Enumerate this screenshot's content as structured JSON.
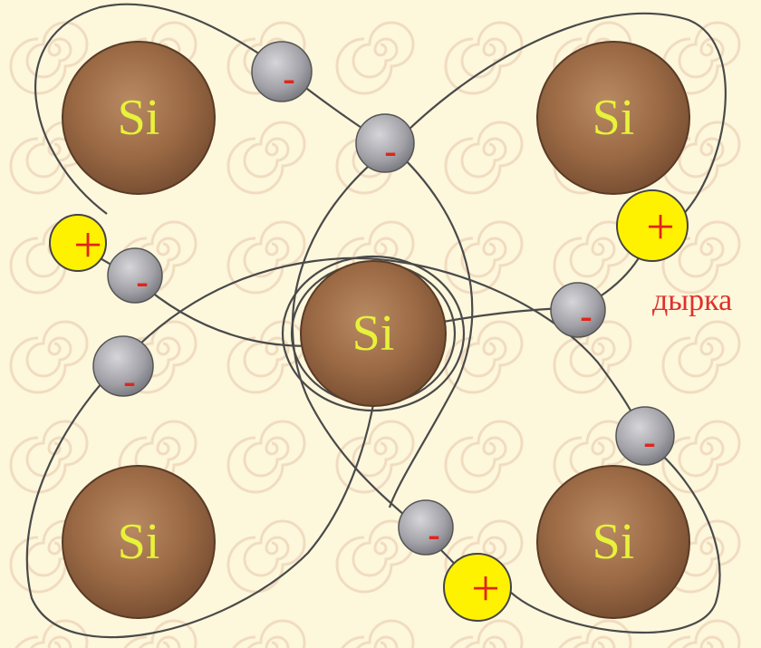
{
  "diagram": {
    "atoms": [
      {
        "id": "top-left",
        "label": "Si"
      },
      {
        "id": "top-right",
        "label": "Si"
      },
      {
        "id": "center",
        "label": "Si"
      },
      {
        "id": "bottom-left",
        "label": "Si"
      },
      {
        "id": "bottom-right",
        "label": "Si"
      }
    ],
    "electron_sign": "-",
    "hole_sign": "+",
    "hole_label": "дырка",
    "colors": {
      "background": "#fdf7dc",
      "spiral": "#f1dcc0",
      "orbit": "#4a4a4a",
      "atom_fill": "#9b6a45",
      "atom_label": "#e7f23a",
      "electron_fill": "#a9a9ae",
      "electron_sign": "#e2241a",
      "hole_fill": "#fff200",
      "hole_sign": "#e2241a",
      "hole_label": "#e0302a"
    }
  }
}
